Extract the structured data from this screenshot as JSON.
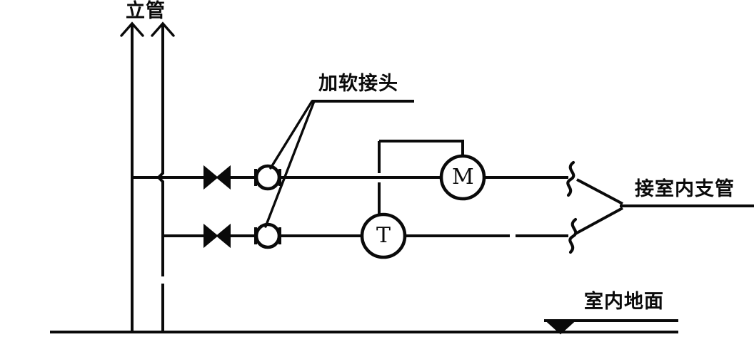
{
  "diagram": {
    "title_visible": false,
    "stroke_color": "#0a0a0a",
    "background_color": "#ffffff",
    "labels": {
      "riser": "立管",
      "flexible_joint": "加软接头",
      "indoor_branch": "接室内支管",
      "indoor_floor": "室内地面"
    },
    "symbols": {
      "meter": "M",
      "thermometer": "T"
    },
    "components": [
      {
        "name": "riser-pipe-left",
        "type": "vertical-pipe-with-up-arrow"
      },
      {
        "name": "riser-pipe-right",
        "type": "vertical-pipe-with-up-arrow"
      },
      {
        "name": "valve-upper",
        "type": "gate-valve-bowtie"
      },
      {
        "name": "valve-lower",
        "type": "gate-valve-bowtie"
      },
      {
        "name": "flex-joint-upper",
        "type": "flexible-joint-circle"
      },
      {
        "name": "flex-joint-lower",
        "type": "flexible-joint-circle"
      },
      {
        "name": "meter-circle",
        "type": "meter-M"
      },
      {
        "name": "thermometer-circle",
        "type": "sensor-T"
      },
      {
        "name": "break-symbol-upper",
        "type": "pipe-break"
      },
      {
        "name": "break-symbol-lower",
        "type": "pipe-break"
      },
      {
        "name": "ground-line",
        "type": "floor-line"
      },
      {
        "name": "floor-level-marker",
        "type": "triangle-datum"
      }
    ]
  }
}
